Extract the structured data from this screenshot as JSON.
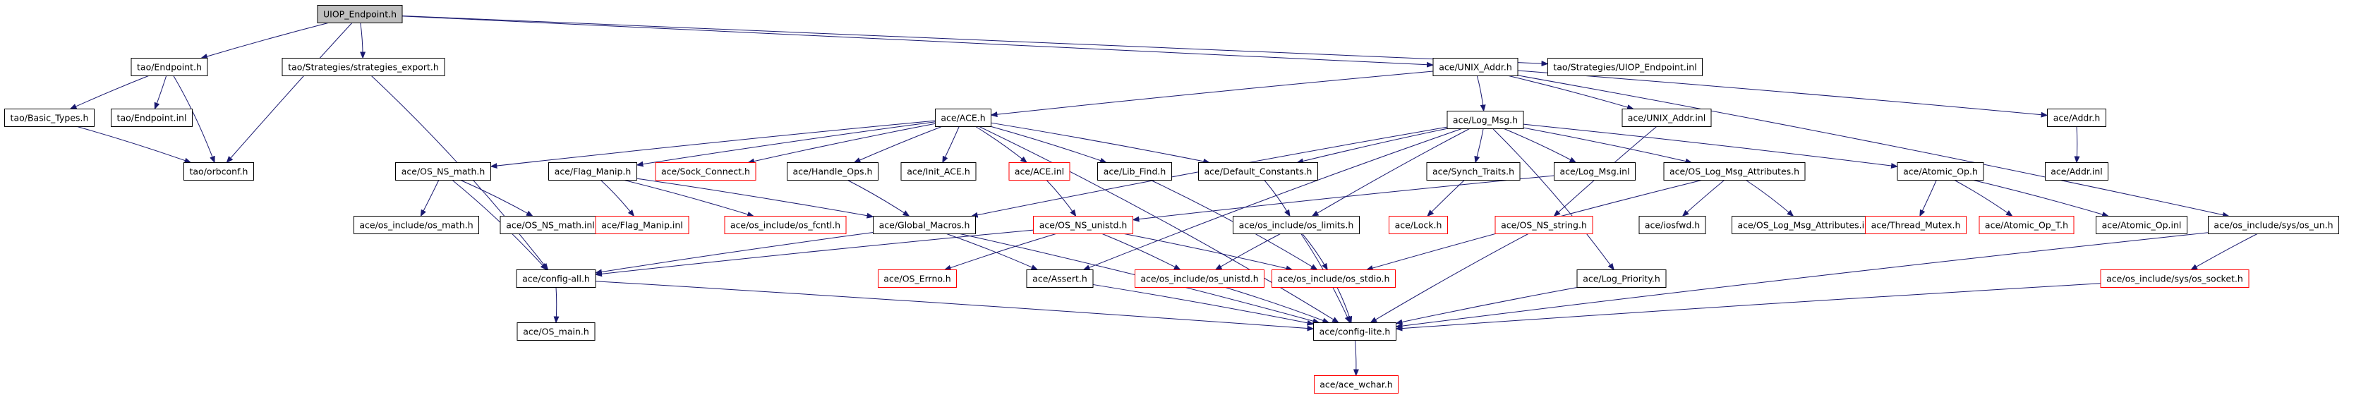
{
  "graph": {
    "root": "UIOP_Endpoint.h",
    "colors": {
      "edge": "#191970",
      "box_normal": "#000000",
      "box_truncated": "#ff0000",
      "root_fill": "#bfbfbf",
      "text": "#000000"
    },
    "nodes": [
      {
        "id": "uiop_endpoint_h",
        "label": "UIOP_Endpoint.h",
        "kind": "root"
      },
      {
        "id": "tao_endpoint_h",
        "label": "tao/Endpoint.h",
        "kind": "normal"
      },
      {
        "id": "tao_strategies_export_h",
        "label": "tao/Strategies/strategies_export.h",
        "kind": "normal"
      },
      {
        "id": "ace_unix_addr_h",
        "label": "ace/UNIX_Addr.h",
        "kind": "normal"
      },
      {
        "id": "tao_uiop_endpoint_inl",
        "label": "tao/Strategies/UIOP_Endpoint.inl",
        "kind": "normal"
      },
      {
        "id": "tao_basic_types_h",
        "label": "tao/Basic_Types.h",
        "kind": "normal"
      },
      {
        "id": "tao_endpoint_inl",
        "label": "tao/Endpoint.inl",
        "kind": "normal"
      },
      {
        "id": "tao_orbconf_h",
        "label": "tao/orbconf.h",
        "kind": "normal"
      },
      {
        "id": "ace_ace_h",
        "label": "ace/ACE.h",
        "kind": "normal"
      },
      {
        "id": "ace_log_msg_h",
        "label": "ace/Log_Msg.h",
        "kind": "normal"
      },
      {
        "id": "ace_unix_addr_inl",
        "label": "ace/UNIX_Addr.inl",
        "kind": "normal"
      },
      {
        "id": "ace_addr_h",
        "label": "ace/Addr.h",
        "kind": "normal"
      },
      {
        "id": "ace_addr_inl",
        "label": "ace/Addr.inl",
        "kind": "normal"
      },
      {
        "id": "ace_os_ns_math_h",
        "label": "ace/OS_NS_math.h",
        "kind": "normal"
      },
      {
        "id": "ace_flag_manip_h",
        "label": "ace/Flag_Manip.h",
        "kind": "normal"
      },
      {
        "id": "ace_sock_connect_h",
        "label": "ace/Sock_Connect.h",
        "kind": "truncated"
      },
      {
        "id": "ace_handle_ops_h",
        "label": "ace/Handle_Ops.h",
        "kind": "normal"
      },
      {
        "id": "ace_init_ace_h",
        "label": "ace/Init_ACE.h",
        "kind": "normal"
      },
      {
        "id": "ace_ace_inl",
        "label": "ace/ACE.inl",
        "kind": "truncated"
      },
      {
        "id": "ace_lib_find_h",
        "label": "ace/Lib_Find.h",
        "kind": "normal"
      },
      {
        "id": "ace_default_constants_h",
        "label": "ace/Default_Constants.h",
        "kind": "normal"
      },
      {
        "id": "ace_synch_traits_h",
        "label": "ace/Synch_Traits.h",
        "kind": "normal"
      },
      {
        "id": "ace_log_msg_inl",
        "label": "ace/Log_Msg.inl",
        "kind": "normal"
      },
      {
        "id": "ace_os_log_msg_attributes_h",
        "label": "ace/OS_Log_Msg_Attributes.h",
        "kind": "normal"
      },
      {
        "id": "ace_atomic_op_h",
        "label": "ace/Atomic_Op.h",
        "kind": "normal"
      },
      {
        "id": "ace_os_include_os_math_h",
        "label": "ace/os_include/os_math.h",
        "kind": "normal"
      },
      {
        "id": "ace_os_ns_math_inl",
        "label": "ace/OS_NS_math.inl",
        "kind": "normal"
      },
      {
        "id": "ace_flag_manip_inl",
        "label": "ace/Flag_Manip.inl",
        "kind": "truncated"
      },
      {
        "id": "ace_os_include_os_fcntl_h",
        "label": "ace/os_include/os_fcntl.h",
        "kind": "truncated"
      },
      {
        "id": "ace_global_macros_h",
        "label": "ace/Global_Macros.h",
        "kind": "normal"
      },
      {
        "id": "ace_os_ns_unistd_h",
        "label": "ace/OS_NS_unistd.h",
        "kind": "truncated"
      },
      {
        "id": "ace_os_include_os_limits_h",
        "label": "ace/os_include/os_limits.h",
        "kind": "normal"
      },
      {
        "id": "ace_lock_h",
        "label": "ace/Lock.h",
        "kind": "truncated"
      },
      {
        "id": "ace_os_ns_string_h",
        "label": "ace/OS_NS_string.h",
        "kind": "truncated"
      },
      {
        "id": "ace_iosfwd_h",
        "label": "ace/iosfwd.h",
        "kind": "normal"
      },
      {
        "id": "ace_os_log_msg_attributes_inl",
        "label": "ace/OS_Log_Msg_Attributes.inl",
        "kind": "normal"
      },
      {
        "id": "ace_thread_mutex_h",
        "label": "ace/Thread_Mutex.h",
        "kind": "truncated"
      },
      {
        "id": "ace_atomic_op_t_h",
        "label": "ace/Atomic_Op_T.h",
        "kind": "truncated"
      },
      {
        "id": "ace_atomic_op_inl",
        "label": "ace/Atomic_Op.inl",
        "kind": "normal"
      },
      {
        "id": "ace_os_include_sys_os_un_h",
        "label": "ace/os_include/sys/os_un.h",
        "kind": "normal"
      },
      {
        "id": "ace_config_all_h",
        "label": "ace/config-all.h",
        "kind": "normal"
      },
      {
        "id": "ace_os_errno_h",
        "label": "ace/OS_Errno.h",
        "kind": "truncated"
      },
      {
        "id": "ace_assert_h",
        "label": "ace/Assert.h",
        "kind": "normal"
      },
      {
        "id": "ace_os_include_os_unistd_h",
        "label": "ace/os_include/os_unistd.h",
        "kind": "truncated"
      },
      {
        "id": "ace_os_include_os_stdio_h",
        "label": "ace/os_include/os_stdio.h",
        "kind": "truncated"
      },
      {
        "id": "ace_log_priority_h",
        "label": "ace/Log_Priority.h",
        "kind": "normal"
      },
      {
        "id": "ace_os_include_sys_os_socket_h",
        "label": "ace/os_include/sys/os_socket.h",
        "kind": "truncated"
      },
      {
        "id": "ace_os_main_h",
        "label": "ace/OS_main.h",
        "kind": "normal"
      },
      {
        "id": "ace_config_lite_h",
        "label": "ace/config-lite.h",
        "kind": "normal"
      },
      {
        "id": "ace_ace_wchar_h",
        "label": "ace/ace_wchar.h",
        "kind": "truncated"
      }
    ]
  }
}
